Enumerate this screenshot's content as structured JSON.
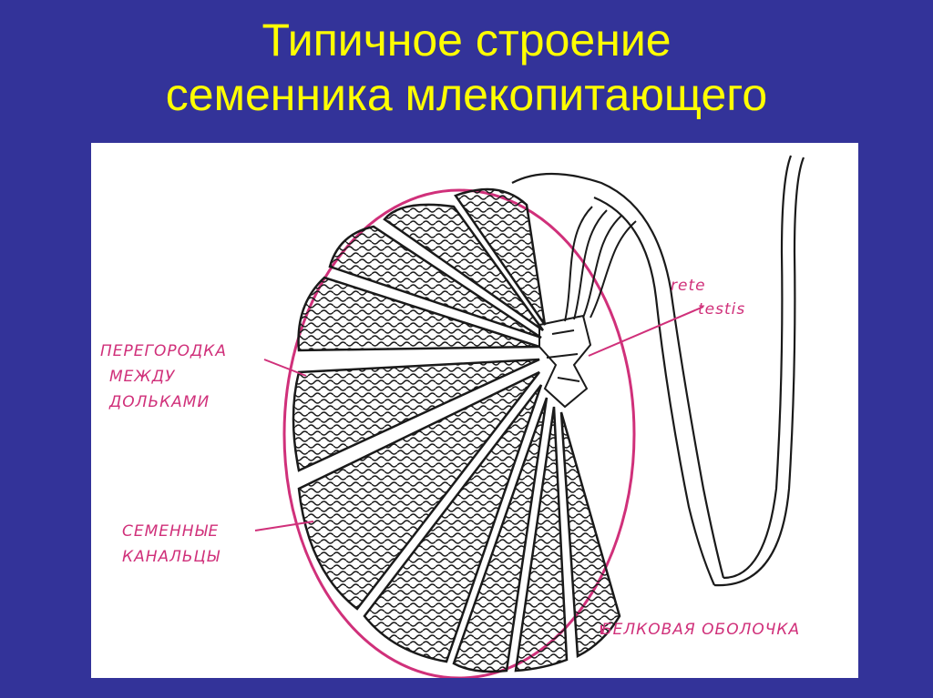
{
  "title": {
    "line1": "Типичное строение",
    "line2": "семенника млекопитающего"
  },
  "diagram": {
    "labels": {
      "septa": [
        "ПЕРЕГОРОДКА",
        "МЕЖДУ",
        "ДОЛЬКАМИ"
      ],
      "tubules": [
        "СЕМЕННЫЕ",
        "КАНАЛЬЦЫ"
      ],
      "rete": [
        "rete",
        "testis"
      ],
      "tunica": "БЕЛКОВАЯ ОБОЛОЧКА"
    },
    "colors": {
      "background": "#333399",
      "title": "#ffff00",
      "capsule": "#d0307a",
      "ink": "#1a1a1a"
    }
  }
}
